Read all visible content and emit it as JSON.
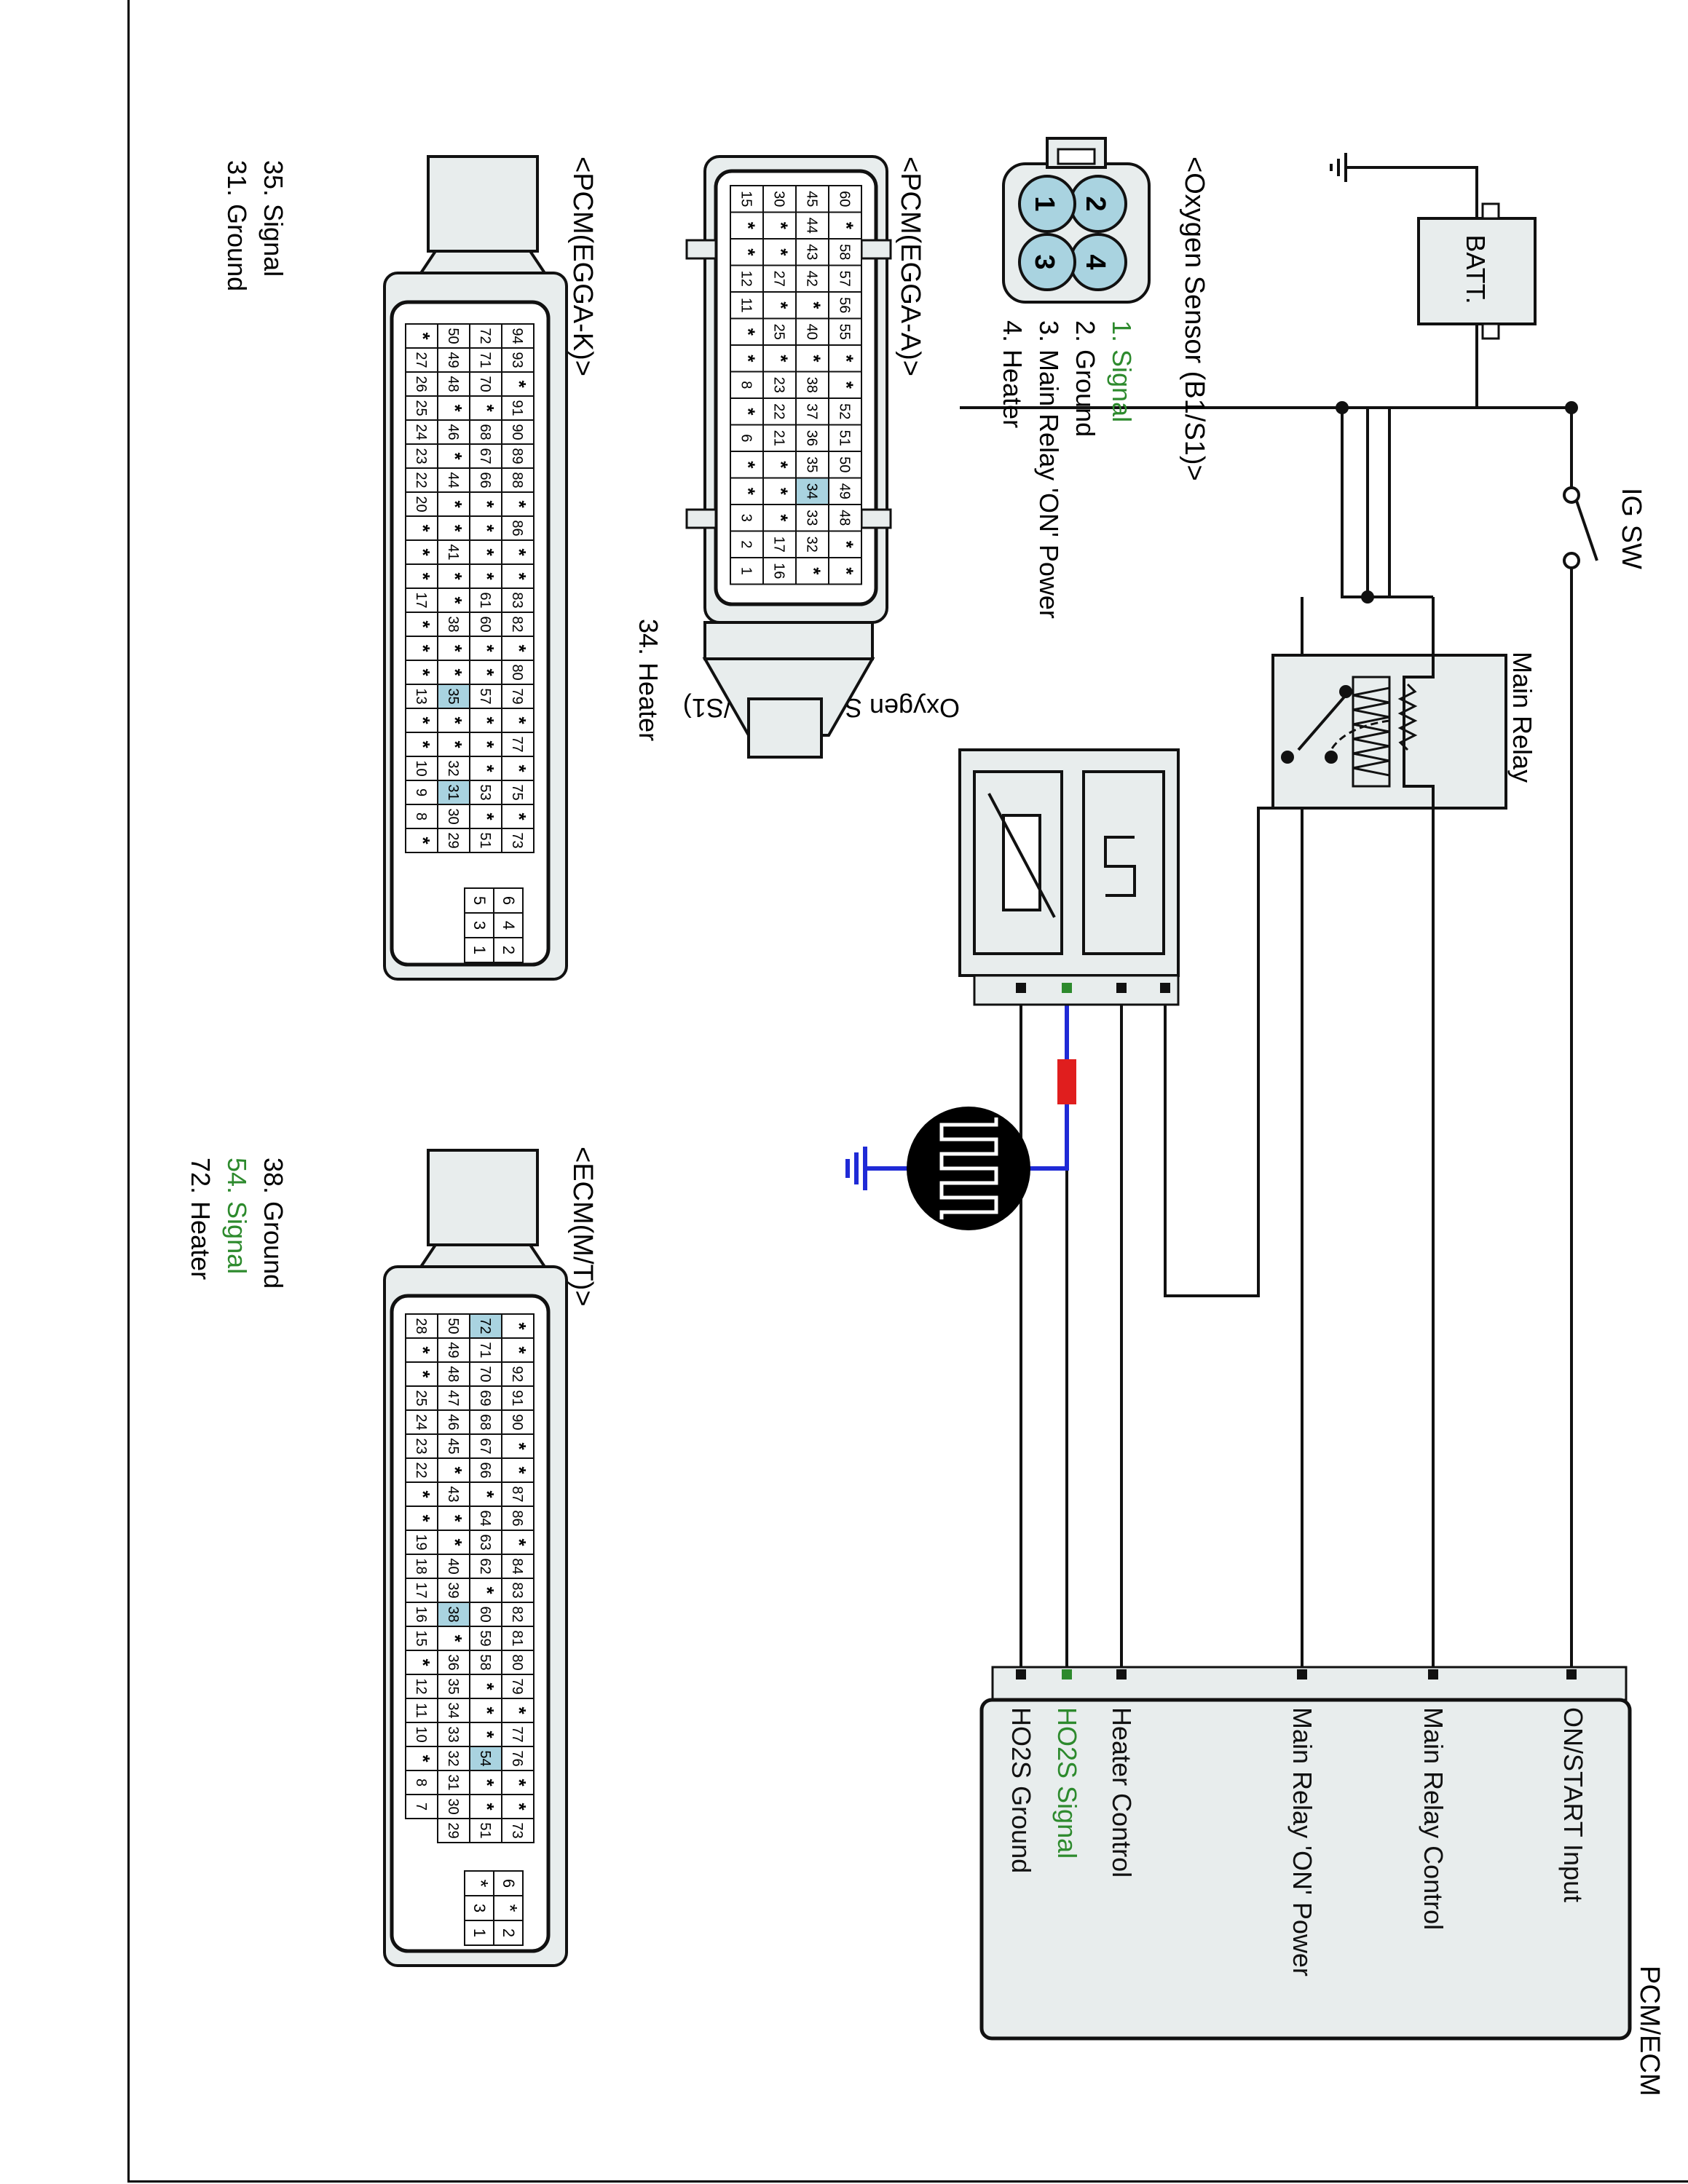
{
  "battery": {
    "label": "BATT."
  },
  "ig_switch": {
    "label": "IG SW"
  },
  "main_relay": {
    "label": "Main Relay"
  },
  "sensor_body": {
    "label": "Oxygen Sensor (B1/S1)"
  },
  "pcm_box": {
    "title": "PCM/ECM",
    "terminals": [
      "ON/START Input",
      "Main Relay Control",
      "Main Relay 'ON' Power",
      "Heater Control",
      "HO2S  Signal",
      "HO2S  Ground"
    ]
  },
  "sensor_connector": {
    "title": "<Oxygen Sensor (B1/S1)>",
    "pins": [
      "1",
      "2",
      "3",
      "4"
    ],
    "legend": [
      "1. Signal",
      "2. Ground",
      "3. Main Relay 'ON' Power",
      "4. Heater"
    ]
  },
  "pcm_a": {
    "title": "<PCM(EGGA-A)>",
    "legend": [
      "34. Heater"
    ],
    "rows": [
      [
        "60",
        "*",
        "58",
        "57",
        "56",
        "55",
        "*",
        "*",
        "52",
        "51",
        "50",
        "49",
        "48",
        "*",
        "*"
      ],
      [
        "45",
        "44",
        "43",
        "42",
        "*",
        "40",
        "*",
        "38",
        "37",
        "36",
        "35",
        "34",
        "33",
        "32",
        "*"
      ],
      [
        "30",
        "*",
        "*",
        "27",
        "*",
        "25",
        "*",
        "23",
        "22",
        "21",
        "*",
        "*",
        "*",
        "17",
        "16"
      ],
      [
        "15",
        "*",
        "*",
        "12",
        "11",
        "*",
        "*",
        "8",
        "*",
        "6",
        "*",
        "*",
        "3",
        "2",
        "1"
      ]
    ]
  },
  "pcm_k": {
    "title": "<PCM(EGGA-K)>",
    "legend": [
      "35. Signal",
      "31. Ground"
    ],
    "rows": [
      [
        "94",
        "93",
        "*",
        "91",
        "90",
        "89",
        "88",
        "*",
        "86",
        "*",
        "*",
        "83",
        "82",
        "*",
        "80",
        "79",
        "*",
        "77",
        "*",
        "75",
        "*",
        "73"
      ],
      [
        "72",
        "71",
        "70",
        "*",
        "68",
        "67",
        "66",
        "*",
        "*",
        "*",
        "*",
        "61",
        "60",
        "*",
        "*",
        "57",
        "*",
        "*",
        "*",
        "53",
        "*",
        "51"
      ],
      [
        "50",
        "49",
        "48",
        "*",
        "46",
        "*",
        "44",
        "*",
        "*",
        "41",
        "*",
        "*",
        "38",
        "*",
        "*",
        "35",
        "*",
        "*",
        "32",
        "31",
        "30",
        "29"
      ],
      [
        "*",
        "27",
        "26",
        "25",
        "24",
        "23",
        "22",
        "20",
        "*",
        "*",
        "*",
        "17",
        "*",
        "*",
        "*",
        "13",
        "*",
        "*",
        "10",
        "9",
        "8",
        "*"
      ]
    ],
    "small": [
      "6",
      "5",
      "4",
      "3",
      "2",
      "1"
    ]
  },
  "ecm": {
    "title": "<ECM(M/T)>",
    "legend": [
      "38. Ground",
      "54. Signal",
      "72. Heater"
    ],
    "rows": [
      [
        "*",
        "*",
        "92",
        "91",
        "90",
        "*",
        "*",
        "87",
        "86",
        "*",
        "84",
        "83",
        "82",
        "81",
        "80",
        "79",
        "*",
        "77",
        "76",
        "*",
        "*",
        "73"
      ],
      [
        "72",
        "71",
        "70",
        "69",
        "68",
        "67",
        "66",
        "*",
        "64",
        "63",
        "62",
        "*",
        "60",
        "59",
        "58",
        "*",
        "*",
        "*",
        "54",
        "*",
        "*",
        "51"
      ],
      [
        "50",
        "49",
        "48",
        "47",
        "46",
        "45",
        "*",
        "43",
        "*",
        "*",
        "40",
        "39",
        "38",
        "*",
        "36",
        "35",
        "34",
        "33",
        "32",
        "31",
        "30",
        "29"
      ],
      [
        "28",
        "*",
        "*",
        "25",
        "24",
        "23",
        "22",
        "*",
        "*",
        "19",
        "18",
        "17",
        "16",
        "15",
        "*",
        "12",
        "11",
        "10",
        "*",
        "8",
        "7"
      ]
    ],
    "small": [
      "6",
      "*",
      "*",
      "3",
      "2",
      "1"
    ]
  },
  "colors": {
    "signal_green": "#2d8a2d",
    "pin_highlight": "#a9d3e0",
    "wire_blue": "#1f2ad6",
    "fuse_red": "#e01e1e",
    "fill_gray": "#e8eded"
  }
}
